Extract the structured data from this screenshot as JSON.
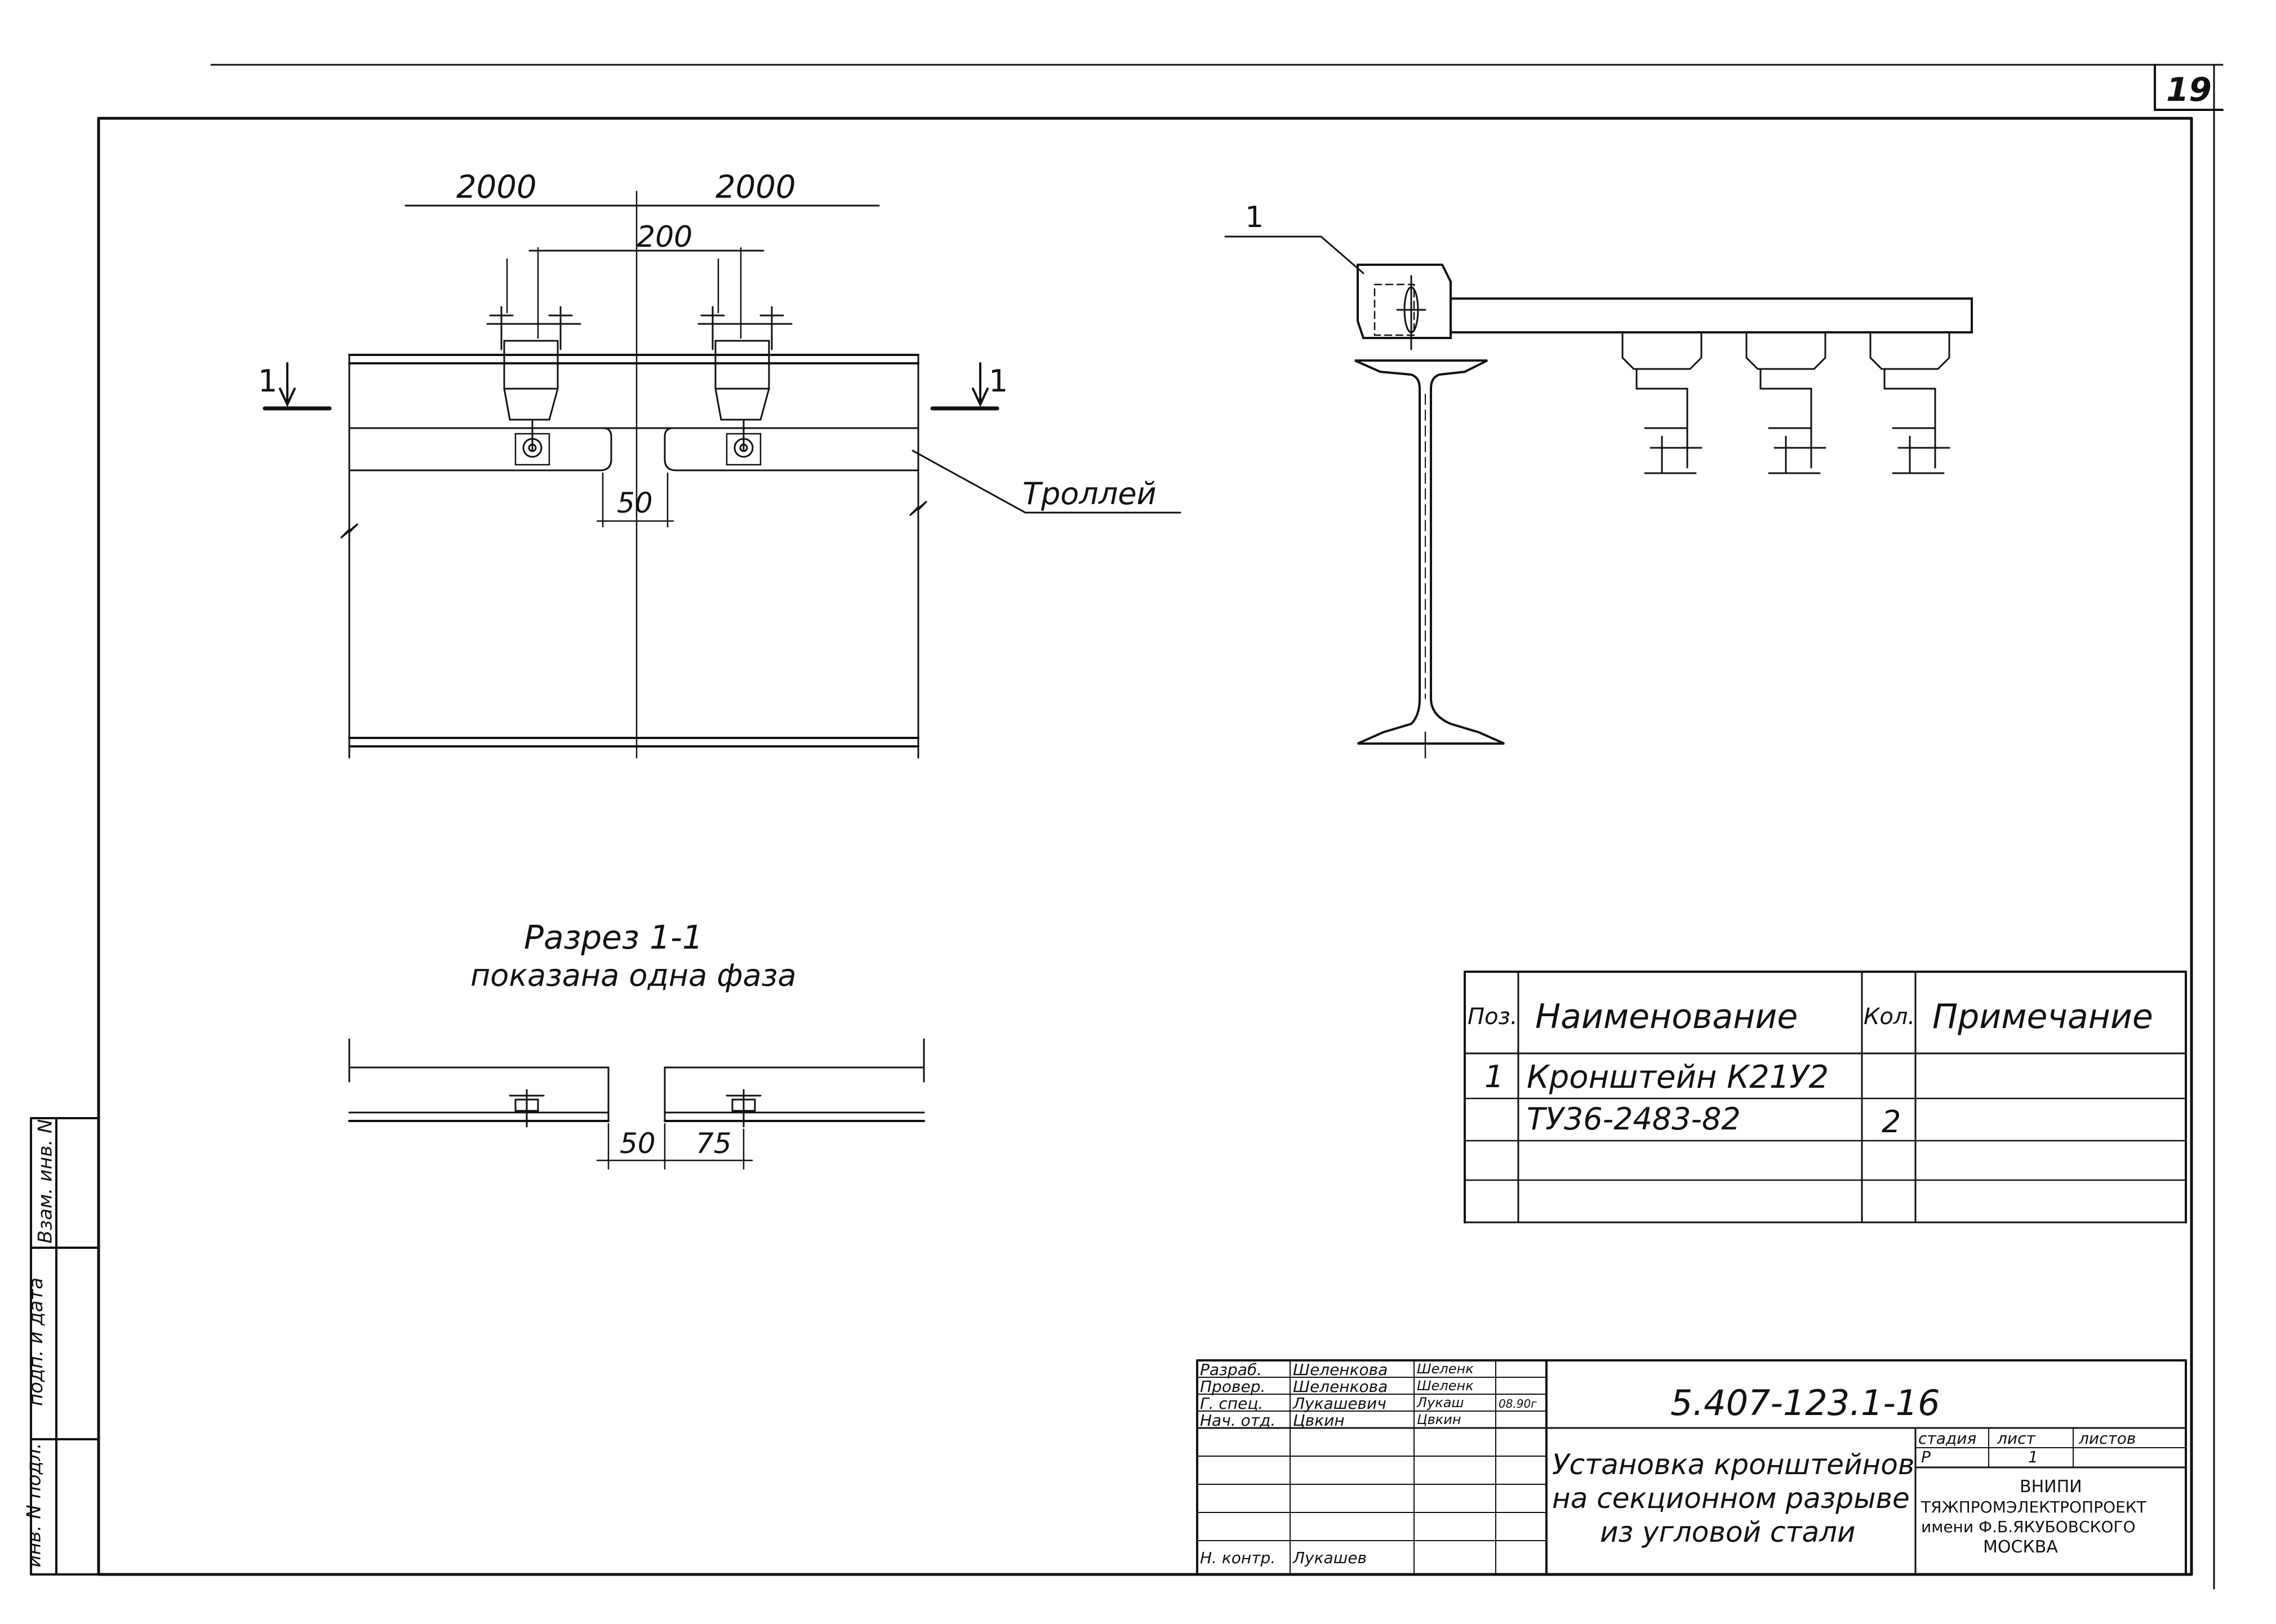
{
  "sheet_number": "19",
  "plan_view": {
    "dim_left": "2000",
    "dim_right": "2000",
    "dim_center": "200",
    "gap": "50",
    "section_mark_left": "1",
    "section_mark_right": "1",
    "trolley_label": "Троллей"
  },
  "side_view": {
    "position_mark": "1"
  },
  "section": {
    "title": "Разрез 1-1",
    "subtitle": "показана одна фаза",
    "dim_gap": "50",
    "dim_offset": "75"
  },
  "spec_table": {
    "headers": [
      "Поз.",
      "Наименование",
      "Кол.",
      "Примечание"
    ],
    "rows": [
      {
        "pos": "1",
        "name": "Кронштейн К21У2",
        "qty": "",
        "note": ""
      },
      {
        "pos": "",
        "name": "ТУ36-2483-82",
        "qty": "2",
        "note": ""
      },
      {
        "pos": "",
        "name": "",
        "qty": "",
        "note": ""
      },
      {
        "pos": "",
        "name": "",
        "qty": "",
        "note": ""
      }
    ]
  },
  "side_stamp": {
    "labels": [
      "Взам. инв. N",
      "подп. и дата",
      "инв. N подл."
    ]
  },
  "title_block": {
    "roles": [
      {
        "role": "Разраб.",
        "name": "Шеленкова",
        "sign": "Шеленк",
        "date": ""
      },
      {
        "role": "Провер.",
        "name": "Шеленкова",
        "sign": "Шеленк",
        "date": ""
      },
      {
        "role": "Г. спец.",
        "name": "Лукашевич",
        "sign": "Лукаш",
        "date": "08.90г"
      },
      {
        "role": "Нач. отд.",
        "name": "Цвкин",
        "sign": "Цвкин",
        "date": ""
      },
      {
        "role": "",
        "name": "",
        "sign": "",
        "date": ""
      },
      {
        "role": "",
        "name": "",
        "sign": "",
        "date": ""
      },
      {
        "role": "Н. контр.",
        "name": "Лукашев",
        "sign": "",
        "date": ""
      }
    ],
    "doc_code": "5.407-123.1-16",
    "title_line1": "Установка кронштейнов",
    "title_line2": "на секционном разрыве",
    "title_line3": "из угловой стали",
    "stage_label": "стадия",
    "sheet_label": "лист",
    "sheets_label": "листов",
    "stage_value": "Р",
    "sheet_value": "1",
    "org_line1": "ВНИПИ",
    "org_line2": "ТЯЖПРОМЭЛЕКТРОПРОЕКТ",
    "org_line3": "имени Ф.Б.ЯКУБОВСКОГО",
    "org_line4": "МОСКВА"
  }
}
